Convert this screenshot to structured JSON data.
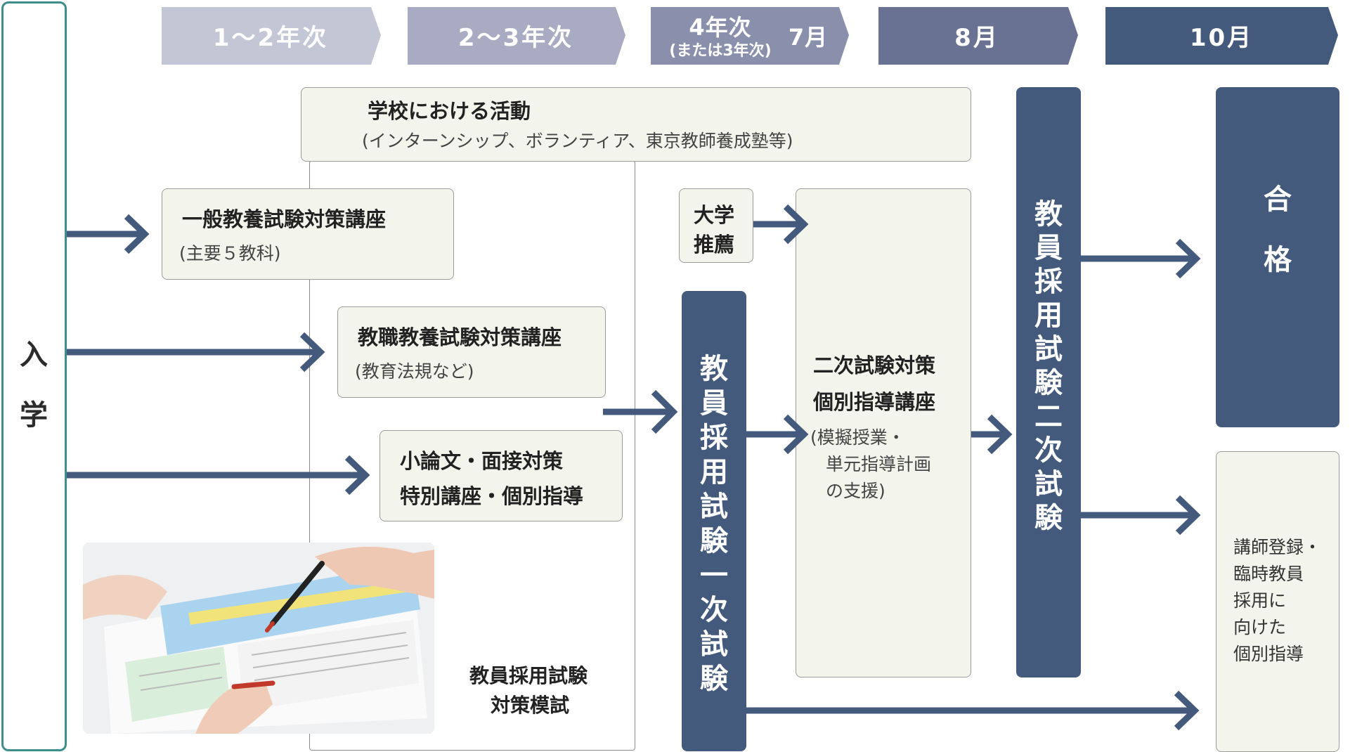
{
  "timeline": [
    {
      "label": "1～2年次"
    },
    {
      "label": "2～3年次"
    },
    {
      "label_main": "4年次",
      "label_sub": "(または3年次)",
      "label_month": "7月"
    },
    {
      "label": "8月"
    },
    {
      "label": "10月"
    }
  ],
  "entry_label": "入学",
  "school_activities": {
    "title": "学校における活動",
    "subtitle": "(インターンシップ、ボランティア、東京教師養成塾等)"
  },
  "general_course": {
    "title": "一般教養試験対策講座",
    "subtitle": "(主要５教科)"
  },
  "teaching_course": {
    "title": "教職教養試験対策講座",
    "subtitle": "(教育法規など)"
  },
  "essay_course": {
    "line1": "小論文・面接対策",
    "line2": "特別講座・個別指導"
  },
  "mock_exam": {
    "line1": "教員採用試験",
    "line2": "対策模試"
  },
  "recommendation": {
    "line1": "大学",
    "line2": "推薦"
  },
  "first_exam": "教員採用試験一次試験",
  "second_prep": {
    "line1": "二次試験対策",
    "line2": "個別指導講座",
    "line3": "(模擬授業・",
    "line4": "単元指導計画",
    "line5": "の支援)"
  },
  "second_exam": "教員採用試験二次試験",
  "pass": "合格",
  "lecturer": {
    "line1": "講師登録・",
    "line2": "臨時教員",
    "line3": "採用に",
    "line4": "向けた",
    "line5": "個別指導"
  },
  "colors": {
    "chev1": "#c3c6d4",
    "chev2": "#a8abc1",
    "chev3": "#8a8fac",
    "chev4": "#697293",
    "chev5": "#435a7d",
    "arrow": "#435a7d",
    "entry_border": "#3e8e8a",
    "box_fill": "#f3f5ec"
  }
}
